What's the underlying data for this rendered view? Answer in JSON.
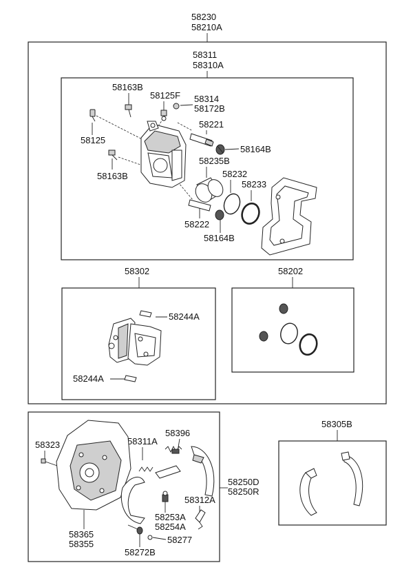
{
  "labels": {
    "assembly_a": "58230",
    "assembly_b": "58210A",
    "caliper_a": "58311",
    "caliper_b": "58310A",
    "p58163B_top": "58163B",
    "p58125F": "58125F",
    "p58314": "58314",
    "p58172B": "58172B",
    "p58221": "58221",
    "p58125": "58125",
    "p58164B_top": "58164B",
    "p58235B": "58235B",
    "p58163B_bot": "58163B",
    "p58232": "58232",
    "p58233": "58233",
    "p58222": "58222",
    "p58164B_bot": "58164B",
    "pads": "58302",
    "p58244A_top": "58244A",
    "p58244A_bot": "58244A",
    "seal_kit": "58202",
    "p58323": "58323",
    "p58311A": "58311A",
    "p58396": "58396",
    "p58250D": "58250D",
    "p58250R": "58250R",
    "p58312A": "58312A",
    "p58253A": "58253A",
    "p58254A": "58254A",
    "p58365": "58365",
    "p58355": "58355",
    "p58277": "58277",
    "p58272B": "58272B",
    "shoes": "58305B"
  }
}
